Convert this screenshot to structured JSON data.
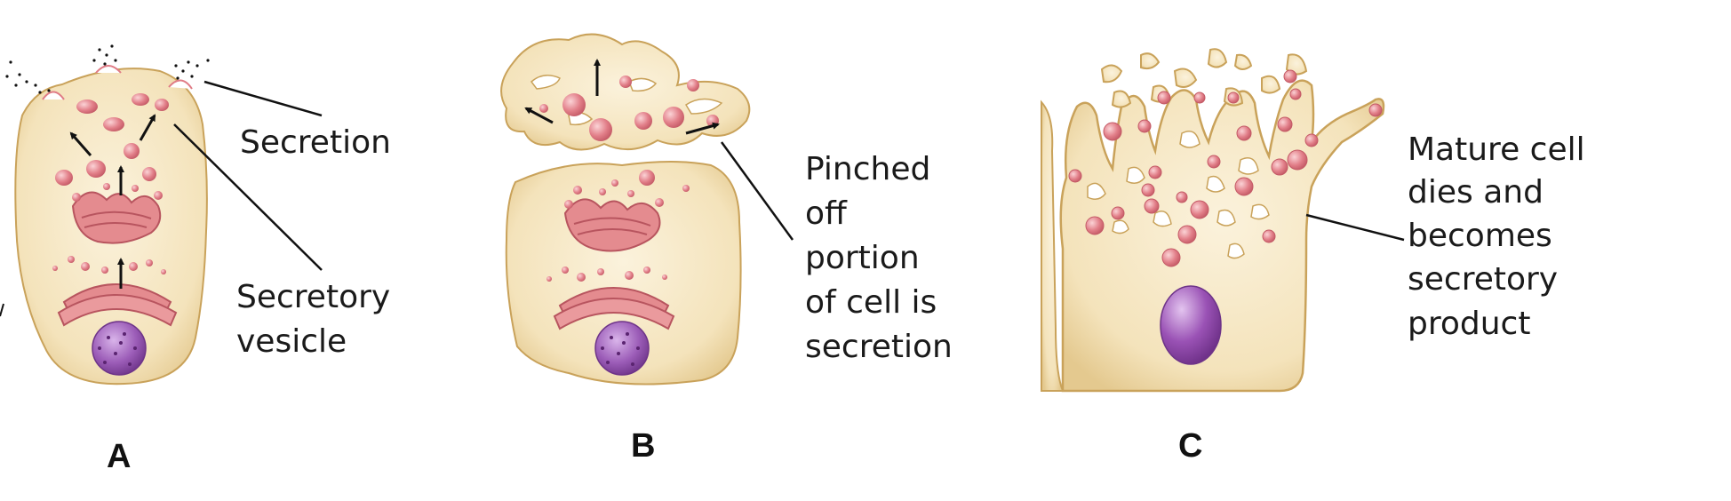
{
  "panels": [
    {
      "letter": "A",
      "labels": {
        "secretion": "Secretion",
        "vesicle_line1": "Secretory",
        "vesicle_line2": "vesicle"
      }
    },
    {
      "letter": "B",
      "labels": {
        "line1": "Pinched",
        "line2": "off",
        "line3": "portion",
        "line4": "of cell is",
        "line5": "secretion"
      }
    },
    {
      "letter": "C",
      "labels": {
        "line1": "Mature cell",
        "line2": "dies and",
        "line3": "becomes",
        "line4": "secretory",
        "line5": "product"
      }
    }
  ],
  "colors": {
    "cytoplasm": "#f6e7c4",
    "membrane": "#c9a25a",
    "organelle": "#e48b8f",
    "vesicle": "#e07c86",
    "nucleus": "#9b5db4",
    "arrow": "#111111"
  }
}
